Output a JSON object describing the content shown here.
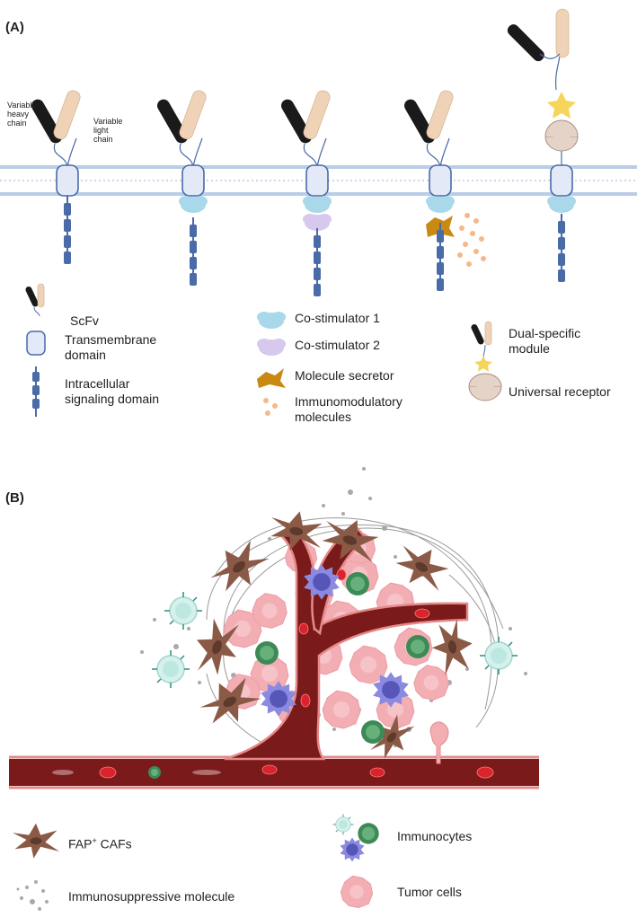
{
  "panel_a": {
    "label": "(A)",
    "annotations": {
      "heavy_chain": [
        "Variable",
        "heavy",
        "chain"
      ],
      "light_chain": [
        "Variable",
        "light",
        "chain"
      ]
    },
    "legend": {
      "scfv": "ScFv",
      "transmembrane": [
        "Transmembrane",
        "domain"
      ],
      "intracellular": [
        "Intracellular",
        "signaling domain"
      ],
      "costim1": "Co-stimulator 1",
      "costim2": "Co-stimulator 2",
      "secretor": "Molecule secretor",
      "immunomod": [
        "Immunomodulatory",
        "molecules"
      ],
      "dual": [
        "Dual-specific",
        "module"
      ],
      "universal": "Universal receptor"
    }
  },
  "panel_b": {
    "label": "(B)",
    "legend": {
      "caf_prefix": "FAP",
      "caf_sup": "+",
      "caf_suffix": " CAFs",
      "immunosuppressive": "Immunosuppressive molecule",
      "immunocytes": "Immunocytes",
      "tumor": "Tumor cells"
    }
  },
  "colors": {
    "heavy_chain": "#1a1a1a",
    "light_chain": "#f0d3b6",
    "membrane": "#b9cde6",
    "transmembrane": "#e3e9f7",
    "signaling": "#4a6aa8",
    "costim1": "#a9d8ea",
    "costim2": "#d7c8ee",
    "secretor": "#c98a14",
    "immunomod": "#f3b98a",
    "star": "#f5d55c",
    "receptor": "#e6d3c8",
    "vessel": "#7a1a1a",
    "caf": "#8a5a46",
    "tumor": "#f3aeb4",
    "immuno_green": "#3d8a56",
    "immuno_purple": "#6a6ad0",
    "immuno_teal": "#bde8e2"
  }
}
